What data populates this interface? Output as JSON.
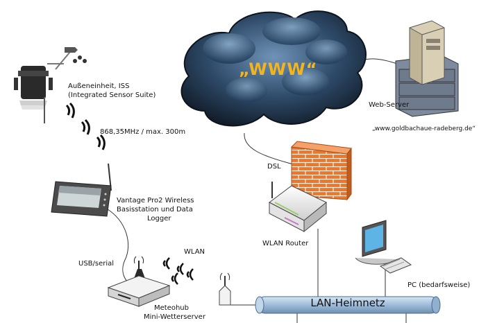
{
  "cloud": {
    "label": "„WWW“"
  },
  "labels": {
    "iss_line1": "Außeneinheit, ISS",
    "iss_line2": "(Integrated Sensor Suite)",
    "radio": "868,35MHz / max. 300m",
    "vantage_line1": "Vantage Pro2 Wireless",
    "vantage_line2": "Basisstation und Data",
    "vantage_line3": "Logger",
    "usb": "USB/serial",
    "wlan": "WLAN",
    "meteohub_line1": "Meteohub",
    "meteohub_line2": "Mini-Wetterserver",
    "dsl": "DSL",
    "wlan_router": "WLAN Router",
    "webserver": "Web-Server",
    "domain": "„www.goldbachaue-radeberg.de“",
    "pc": "PC (bedarfsweise)",
    "lan": "LAN-Heimnetz"
  },
  "colors": {
    "cloud_dark": "#1c2c40",
    "cloud_light": "#5a7fa3",
    "www_text": "#f2b51e",
    "firewall_brick": "#e9772c",
    "lan_bus": "#a9c4de",
    "server_case": "#d8cfb5"
  }
}
